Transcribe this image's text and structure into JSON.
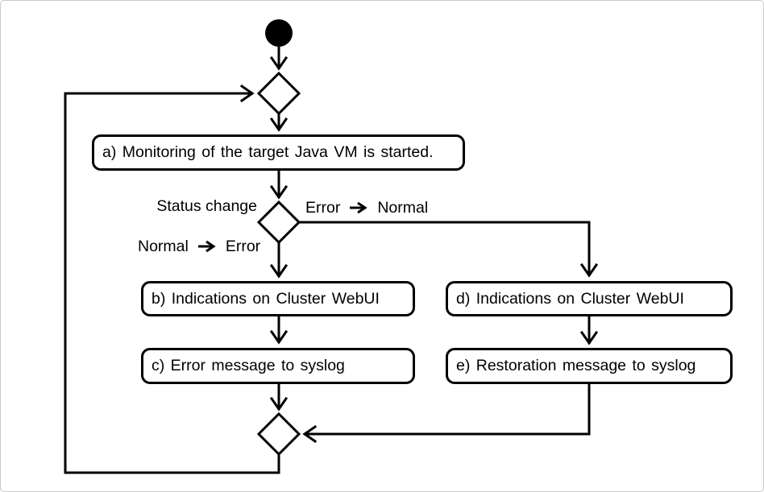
{
  "diagram": {
    "title_hint": "Java VM monitoring activity diagram",
    "nodes": {
      "a": {
        "label": "a) Monitoring of the target Java VM is started."
      },
      "b": {
        "label": "b) Indications on Cluster WebUI"
      },
      "c": {
        "label": "c) Error message to syslog"
      },
      "d": {
        "label": "d) Indications on Cluster WebUI"
      },
      "e": {
        "label": "e) Restoration message to syslog"
      }
    },
    "labels": {
      "decision": "Status change",
      "branch_right_from": "Error",
      "branch_right_to": "Normal",
      "branch_down_from": "Normal",
      "branch_down_to": "Error"
    },
    "colors": {
      "line": "#000000",
      "node_fill": "#ffffff",
      "page_border": "#c9c9c9",
      "background": "#ffffff"
    }
  }
}
